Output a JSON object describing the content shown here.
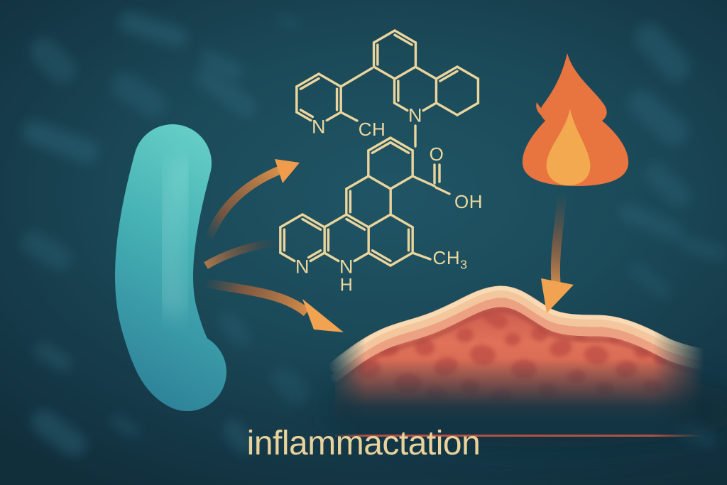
{
  "caption": "inflammactation",
  "molecules": {
    "top": {
      "pyridine_n": "N",
      "ch": "CH",
      "ring_n": "N"
    },
    "bottom": {
      "pyridine_n": "N",
      "amine_n": "N",
      "amine_h": "H",
      "carbonyl_o": "O",
      "hydroxyl_oh": "OH",
      "methyl_ch": "CH",
      "methyl_sub": "3"
    }
  },
  "colors": {
    "background": "#1b4a59",
    "bacterium_teal": "#4db9b9",
    "arrow_orange": "#f09c4c",
    "flame_outer": "#e8743f",
    "flame_inner": "#f3a94f",
    "structure_lines": "#ecd59c",
    "tissue_surface": "#f3c69e",
    "tissue_interior": "#dd6e57",
    "caption_text": "#e9d29c"
  }
}
